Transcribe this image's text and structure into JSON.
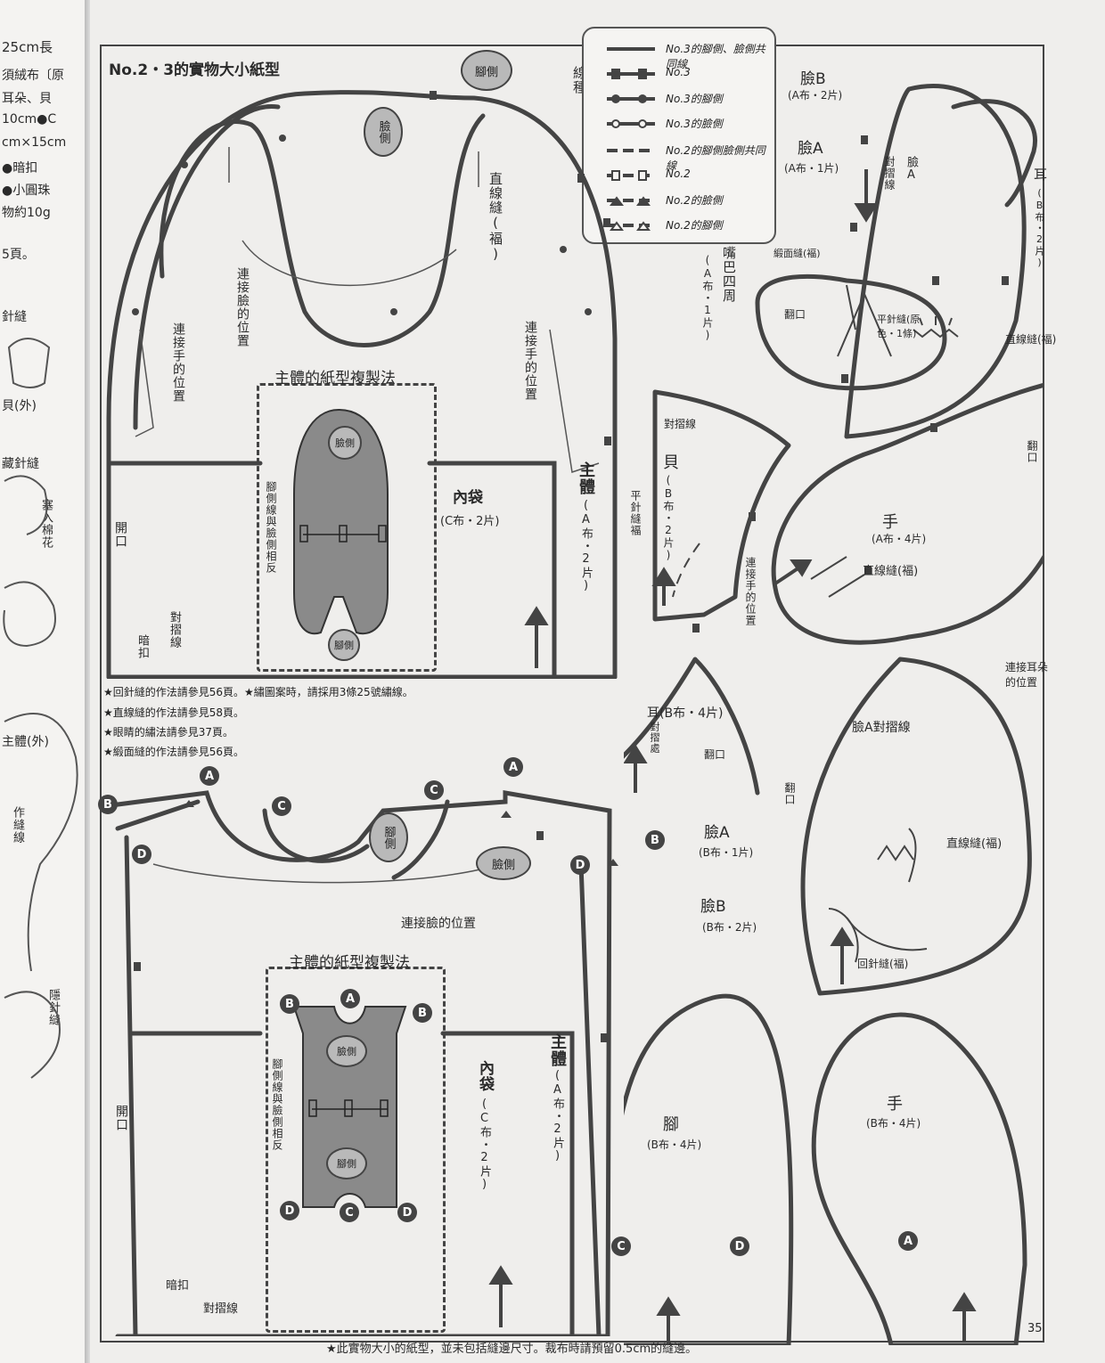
{
  "left_page": {
    "lines": [
      "25cm長",
      "須絨布〔原",
      "耳朵、貝",
      "10cm●C",
      "cm×15cm",
      "●暗扣",
      "●小圓珠",
      "物約10g",
      "5頁。"
    ],
    "labels": [
      "針縫",
      "貝(外)",
      "藏針縫",
      "塞入棉花",
      "主體(外)",
      "作縫線",
      "隱針縫"
    ]
  },
  "title": "No.2・3的實物大小紙型",
  "legend": {
    "heading": "線種",
    "items": [
      {
        "text": "No.3的腳側、臉側共同線",
        "marker": "solid"
      },
      {
        "text": "No.3",
        "marker": "square"
      },
      {
        "text": "No.3的腳側",
        "marker": "dot"
      },
      {
        "text": "No.3的臉側",
        "marker": "ring"
      },
      {
        "text": "No.2的腳側臉側共同線",
        "marker": "dash"
      },
      {
        "text": "No.2",
        "marker": "square-open"
      },
      {
        "text": "No.2的臉側",
        "marker": "triangle"
      },
      {
        "text": "No.2的腳側",
        "marker": "triangle-open"
      }
    ]
  },
  "no3_body": {
    "foot_side": "腳側",
    "face_side": "臉側",
    "straight_seam": "直線縫(褔)",
    "join_face": "連接臉的位置",
    "join_hand_left": "連接手的位置",
    "join_hand_right": "連接手的位置",
    "copy_method": "主體的紙型複製法",
    "copy_note": "腳側線與臉側相反",
    "inner_bag": "內袋",
    "inner_bag_fabric": "(C布・2片)",
    "main_body": "主體",
    "main_body_fabric": "(A布・2片)",
    "opening": "開口",
    "snap": "暗扣",
    "fold_line": "對摺線",
    "bubble_face": "臉側",
    "bubble_foot": "腳側"
  },
  "notes": [
    "★回針縫的作法請參見56頁。★繡圖案時，請採用3條25號繡線。",
    "★直線縫的作法請參見58頁。",
    "★眼睛的繡法請參見37頁。",
    "★緞面縫的作法請參見56頁。"
  ],
  "no2_body": {
    "bubble_foot": "腳側",
    "bubble_face": "臉側",
    "join_face": "連接臉的位置",
    "copy_method": "主體的紙型複製法",
    "copy_note": "腳側線與臉側相反",
    "face_inner": "臉側",
    "foot_inner": "腳側",
    "inner_bag": "內袋",
    "inner_bag_fabric": "(C布・2片)",
    "main_body": "主體",
    "main_body_fabric": "(A布・2片)",
    "opening": "開口",
    "snap": "暗扣",
    "fold_line": "對摺線"
  },
  "pieces": {
    "face_b": "臉B",
    "face_b_fabric": "(A布・2片)",
    "face_a": "臉A",
    "face_a_fabric": "(A布・1片)",
    "face_fold": "對摺線",
    "face_piece_label": "臉A",
    "ear": "耳",
    "ear_fabric": "(B布・2片)",
    "satin": "緞面縫(褔)",
    "mouth": "嘴巴四周",
    "mouth_fabric": "(A布・1片)",
    "flip": "翻口",
    "flat_stitch": "平針縫(原色・1條)",
    "straight_seam": "直線縫(褔)",
    "shell_fold": "對摺線",
    "shell": "貝",
    "shell_fabric": "(B布・2片)",
    "shell_flat": "平針縫褔",
    "shell_join": "連接手的位置",
    "hand": "手",
    "hand_fabric": "(A布・4片)",
    "hand_straight": "直線縫(褔)",
    "hand_flip": "翻口",
    "ear2": "耳(B布・4片)",
    "ear2_fold": "對摺處",
    "ear2_flip": "翻口",
    "join_ear": "連接耳朵的位置",
    "face2_fold": "臉A對摺線",
    "face2_flip": "翻口",
    "face2_a": "臉A",
    "face2_a_fabric": "(B布・1片)",
    "face2_b": "臉B",
    "face2_b_fabric": "(B布・2片)",
    "face2_straight": "直線縫(褔)",
    "backstitch": "回針縫(褔)",
    "foot": "腳",
    "foot_fabric": "(B布・4片)",
    "hand2": "手",
    "hand2_fabric": "(B布・4片)"
  },
  "footer": "★此實物大小的紙型，並未包括縫邊尺寸。裁布時請預留0.5cm的縫邊。",
  "page_number": "35",
  "point_labels": [
    "A",
    "B",
    "C",
    "D"
  ]
}
